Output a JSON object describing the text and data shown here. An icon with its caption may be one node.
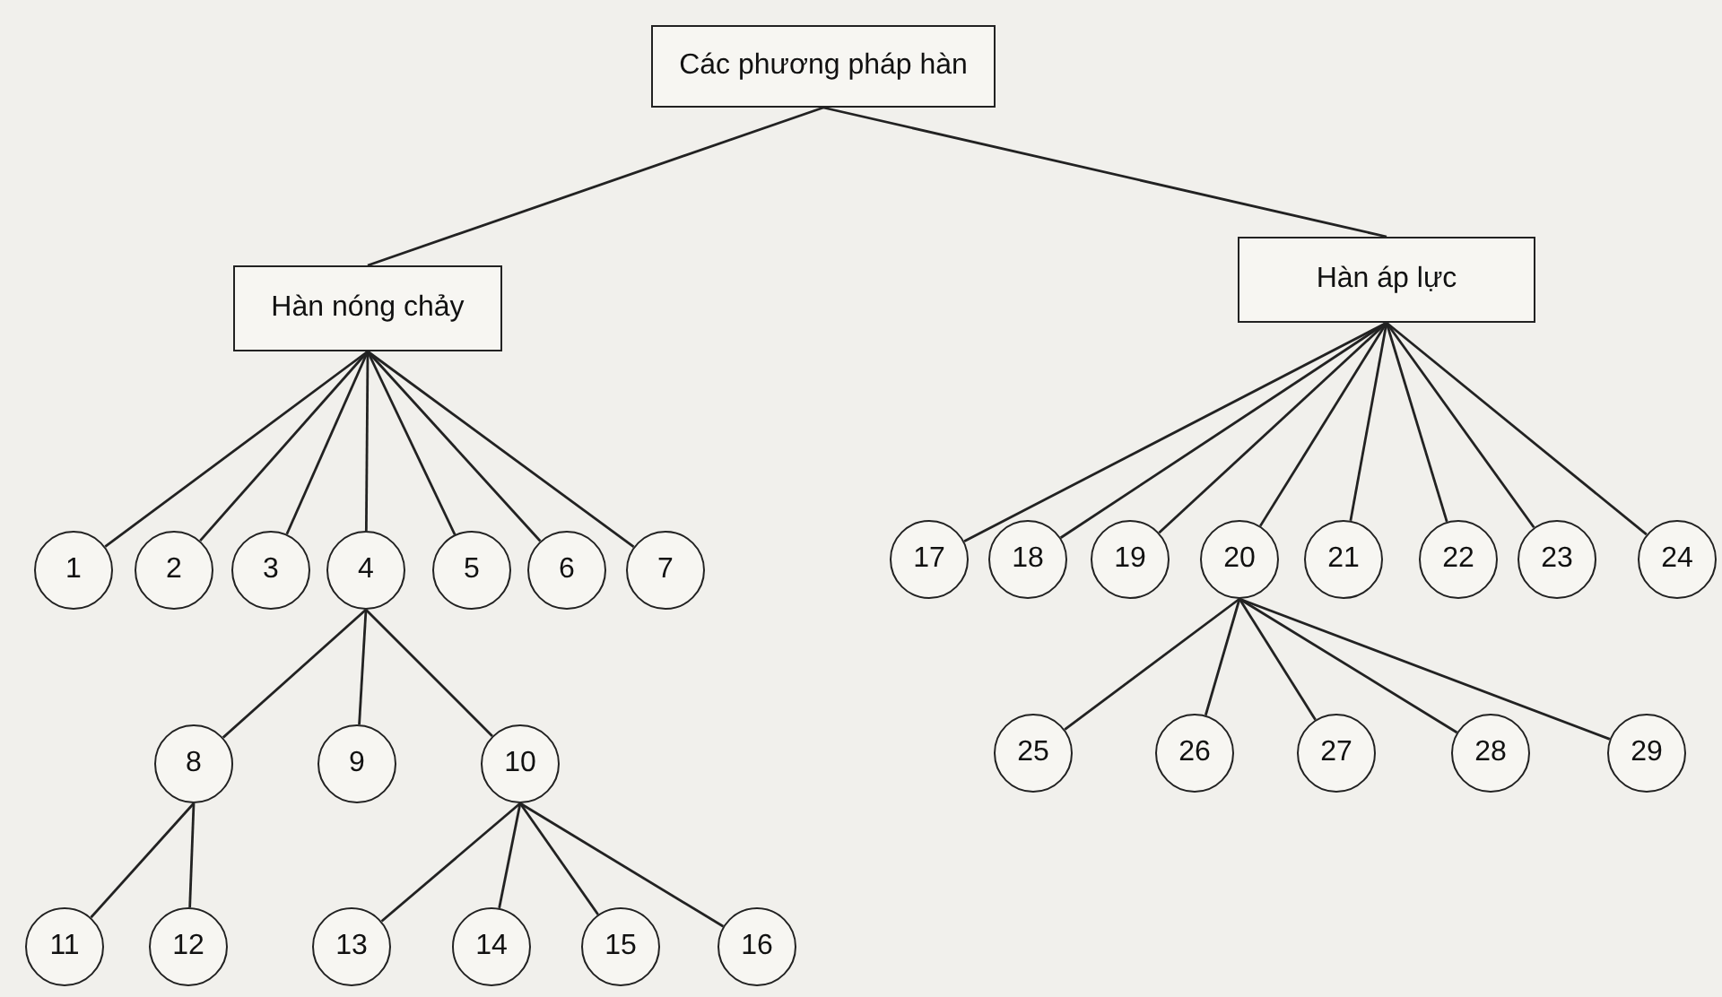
{
  "diagram": {
    "nodes": [
      {
        "text": [
          "Các phương pháp hàn"
        ]
      },
      {
        "text": [
          "Hàn nóng chảy"
        ]
      },
      {
        "text": [
          "Hàn áp lực"
        ]
      },
      {
        "text": [
          "1"
        ]
      },
      {
        "text": [
          "2"
        ]
      },
      {
        "text": [
          "3"
        ]
      },
      {
        "text": [
          "4"
        ]
      },
      {
        "text": [
          "5"
        ]
      },
      {
        "text": [
          "6"
        ]
      },
      {
        "text": [
          "7"
        ]
      },
      {
        "text": [
          "8"
        ]
      },
      {
        "text": [
          "9"
        ]
      },
      {
        "text": [
          "10"
        ]
      },
      {
        "text": [
          "11"
        ]
      },
      {
        "text": [
          "12"
        ]
      },
      {
        "text": [
          "13"
        ]
      },
      {
        "text": [
          "14"
        ]
      },
      {
        "text": [
          "15"
        ]
      },
      {
        "text": [
          "16"
        ]
      },
      {
        "text": [
          "17"
        ]
      },
      {
        "text": [
          "18"
        ]
      },
      {
        "text": [
          "19"
        ]
      },
      {
        "text": [
          "20"
        ]
      },
      {
        "text": [
          "21"
        ]
      },
      {
        "text": [
          "22"
        ]
      },
      {
        "text": [
          "23"
        ]
      },
      {
        "text": [
          "24"
        ]
      },
      {
        "text": [
          "25"
        ]
      },
      {
        "text": [
          "26"
        ]
      },
      {
        "text": [
          "27"
        ]
      },
      {
        "text": [
          "28"
        ]
      },
      {
        "text": [
          "29"
        ]
      }
    ],
    "edges": [
      {
        "from": 0,
        "to": 1,
        "arrow": "none"
      },
      {
        "from": 0,
        "to": 2,
        "arrow": "none"
      },
      {
        "from": 1,
        "to": 3,
        "arrow": "none"
      },
      {
        "from": 1,
        "to": 4,
        "arrow": "none"
      },
      {
        "from": 1,
        "to": 5,
        "arrow": "none"
      },
      {
        "from": 1,
        "to": 6,
        "arrow": "none"
      },
      {
        "from": 1,
        "to": 7,
        "arrow": "none"
      },
      {
        "from": 1,
        "to": 8,
        "arrow": "none"
      },
      {
        "from": 1,
        "to": 9,
        "arrow": "none"
      },
      {
        "from": 6,
        "to": 10,
        "arrow": "none"
      },
      {
        "from": 6,
        "to": 11,
        "arrow": "none"
      },
      {
        "from": 6,
        "to": 12,
        "arrow": "none"
      },
      {
        "from": 10,
        "to": 13,
        "arrow": "none"
      },
      {
        "from": 10,
        "to": 14,
        "arrow": "none"
      },
      {
        "from": 12,
        "to": 15,
        "arrow": "none"
      },
      {
        "from": 12,
        "to": 16,
        "arrow": "none"
      },
      {
        "from": 12,
        "to": 17,
        "arrow": "none"
      },
      {
        "from": 12,
        "to": 18,
        "arrow": "none"
      },
      {
        "from": 2,
        "to": 19,
        "arrow": "none"
      },
      {
        "from": 2,
        "to": 20,
        "arrow": "none"
      },
      {
        "from": 2,
        "to": 21,
        "arrow": "none"
      },
      {
        "from": 2,
        "to": 22,
        "arrow": "none"
      },
      {
        "from": 2,
        "to": 23,
        "arrow": "none"
      },
      {
        "from": 2,
        "to": 24,
        "arrow": "none"
      },
      {
        "from": 2,
        "to": 25,
        "arrow": "none"
      },
      {
        "from": 2,
        "to": 26,
        "arrow": "none"
      },
      {
        "from": 22,
        "to": 27,
        "arrow": "none"
      },
      {
        "from": 22,
        "to": 28,
        "arrow": "none"
      },
      {
        "from": 22,
        "to": 29,
        "arrow": "none"
      },
      {
        "from": 22,
        "to": 30,
        "arrow": "none"
      },
      {
        "from": 22,
        "to": 31,
        "arrow": "none"
      }
    ]
  }
}
